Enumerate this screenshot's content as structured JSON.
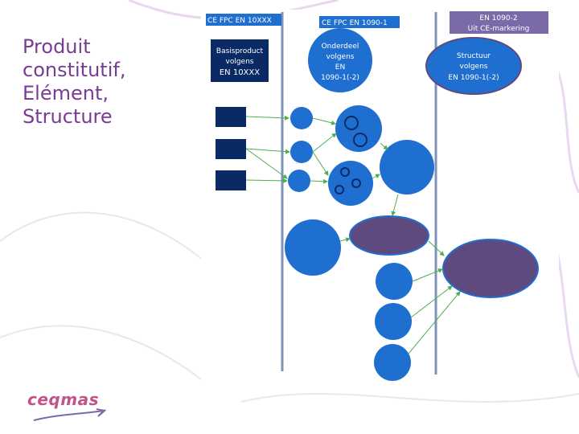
{
  "slide": {
    "title_lines": [
      "Produit",
      "constitutif,",
      "Elément,",
      "Structure"
    ]
  },
  "columns": [
    {
      "header": "CE FPC EN 10XXX"
    },
    {
      "header": "CE FPC EN 1090-1"
    },
    {
      "header_lines": [
        "EN 1090-2",
        "Uit CE-markering"
      ]
    }
  ],
  "nodes": {
    "basisproduct": [
      "Basisproduct",
      "volgens",
      "EN 10XXX"
    ],
    "onderdeel": [
      "Onderdeel",
      "volgens",
      "EN",
      "1090-1(-2)"
    ],
    "structuur": [
      "Structuur",
      "volgens",
      "EN 1090-1(-2)"
    ]
  },
  "logo": {
    "text": "ceqmas"
  },
  "colors": {
    "navy": "#0a2a66",
    "blue": "#1f6fd1",
    "header_blue": "#1f6fd1",
    "purple": "#5e4a7e",
    "header_purple": "#7b6aa8",
    "title": "#7a3b93",
    "arrow": "#4caf50",
    "divider": "#7f93b8"
  }
}
